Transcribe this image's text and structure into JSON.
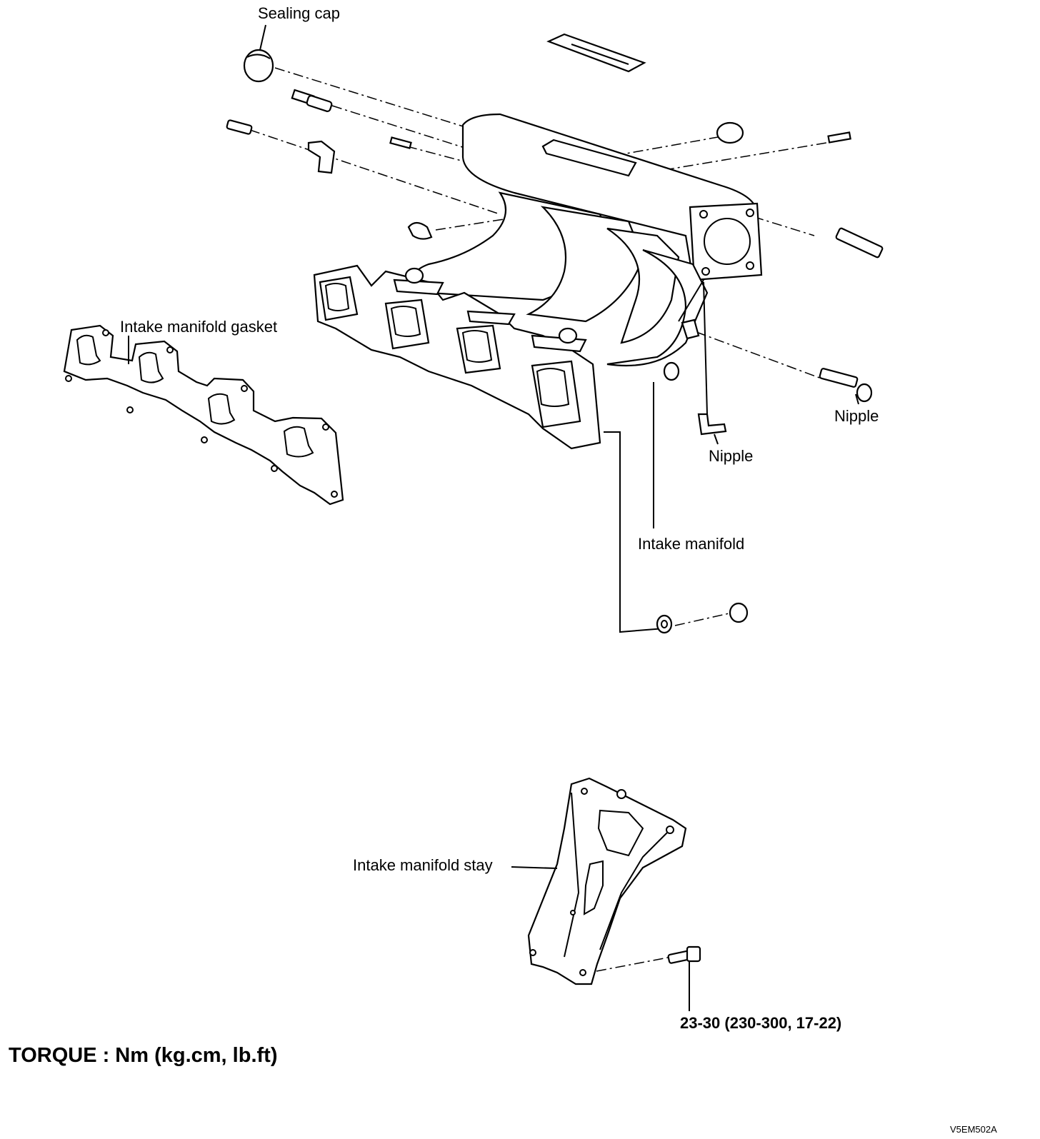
{
  "labels": {
    "sealing_cap": "Sealing cap",
    "gasket": "Intake manifold gasket",
    "nipple_right": "Nipple",
    "nipple_center": "Nipple",
    "manifold": "Intake manifold",
    "stay": "Intake manifold stay",
    "bolt_torque": "23-30 (230-300, 17-22)",
    "torque_note": "TORQUE : Nm (kg.cm, lb.ft)",
    "figure_code": "V5EM502A"
  }
}
